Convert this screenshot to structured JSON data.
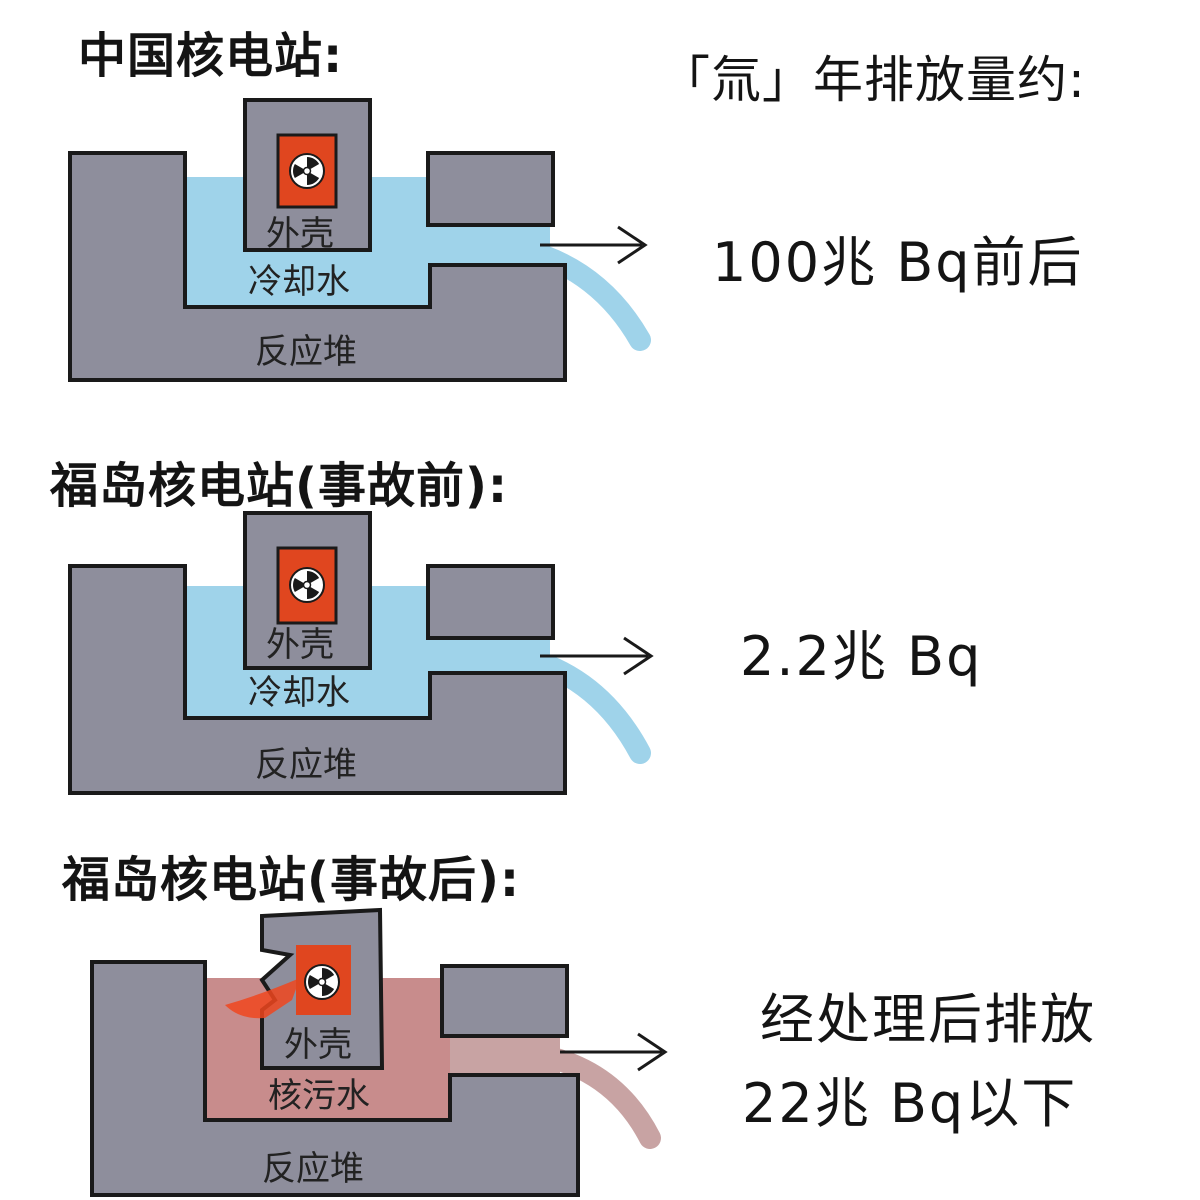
{
  "headings": {
    "china": "中国核电站:",
    "fukushima_before": "福岛核电站(事故前):",
    "fukushima_after": "福岛核电站(事故后):"
  },
  "annual_release_label": "「氚」年排放量约:",
  "values": {
    "china": "100兆 Bq前后",
    "fukushima_before": "2.2兆 Bq",
    "fukushima_after_line1": "经处理后排放",
    "fukushima_after_line2": "22兆 Bq以下"
  },
  "labels": {
    "containment": "外壳",
    "cooling_water": "冷却水",
    "contaminated_water": "核污水",
    "reactor": "反应堆"
  },
  "colors": {
    "structure": "#8e8e9c",
    "outline": "#1a1a1a",
    "cooling_water": "#9fd3ea",
    "contaminated_water": "#c88c8c",
    "core_red": "#e0461f",
    "leak_red": "#f0461e",
    "discharge_tainted": "#c8a3a3"
  },
  "icons": [
    "radiation-icon"
  ]
}
